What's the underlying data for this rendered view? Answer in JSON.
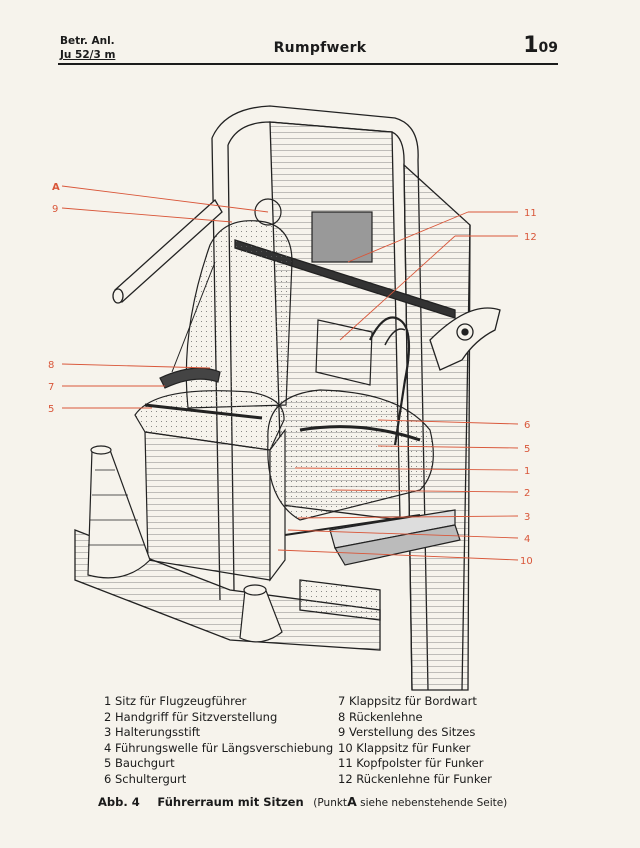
{
  "header": {
    "doc_line1": "Betr. Anl.",
    "doc_line2": "Ju 52/3 m",
    "section_title": "Rumpfwerk",
    "page_main": "1",
    "page_sub": "09"
  },
  "callouts_left": [
    "A",
    "9",
    "8",
    "7",
    "5"
  ],
  "callouts_right": [
    "11",
    "12",
    "6",
    "5",
    "1",
    "2",
    "3",
    "4",
    "10"
  ],
  "legend": {
    "left": [
      "1 Sitz für Flugzeugführer",
      "2 Handgriff für Sitzverstellung",
      "3 Halterungsstift",
      "4 Führungswelle für Längsverschiebung",
      "5 Bauchgurt",
      "6 Schultergurt"
    ],
    "right": [
      "7 Klappsitz für Bordwart",
      "8 Rückenlehne",
      "9 Verstellung des Sitzes",
      "10 Klappsitz für Funker",
      "11 Kopfpolster für Funker",
      "12 Rückenlehne für Funker"
    ]
  },
  "caption": {
    "figure_label": "Abb. 4",
    "figure_title": "Führerraum mit Sitzen",
    "note_prefix": "(Punkt",
    "note_point": "A",
    "note_suffix": "siehe nebenstehende Seite)"
  },
  "colors": {
    "callout": "#d9573a",
    "ink": "#1b1b1b",
    "paper": "#f6f3ec"
  }
}
